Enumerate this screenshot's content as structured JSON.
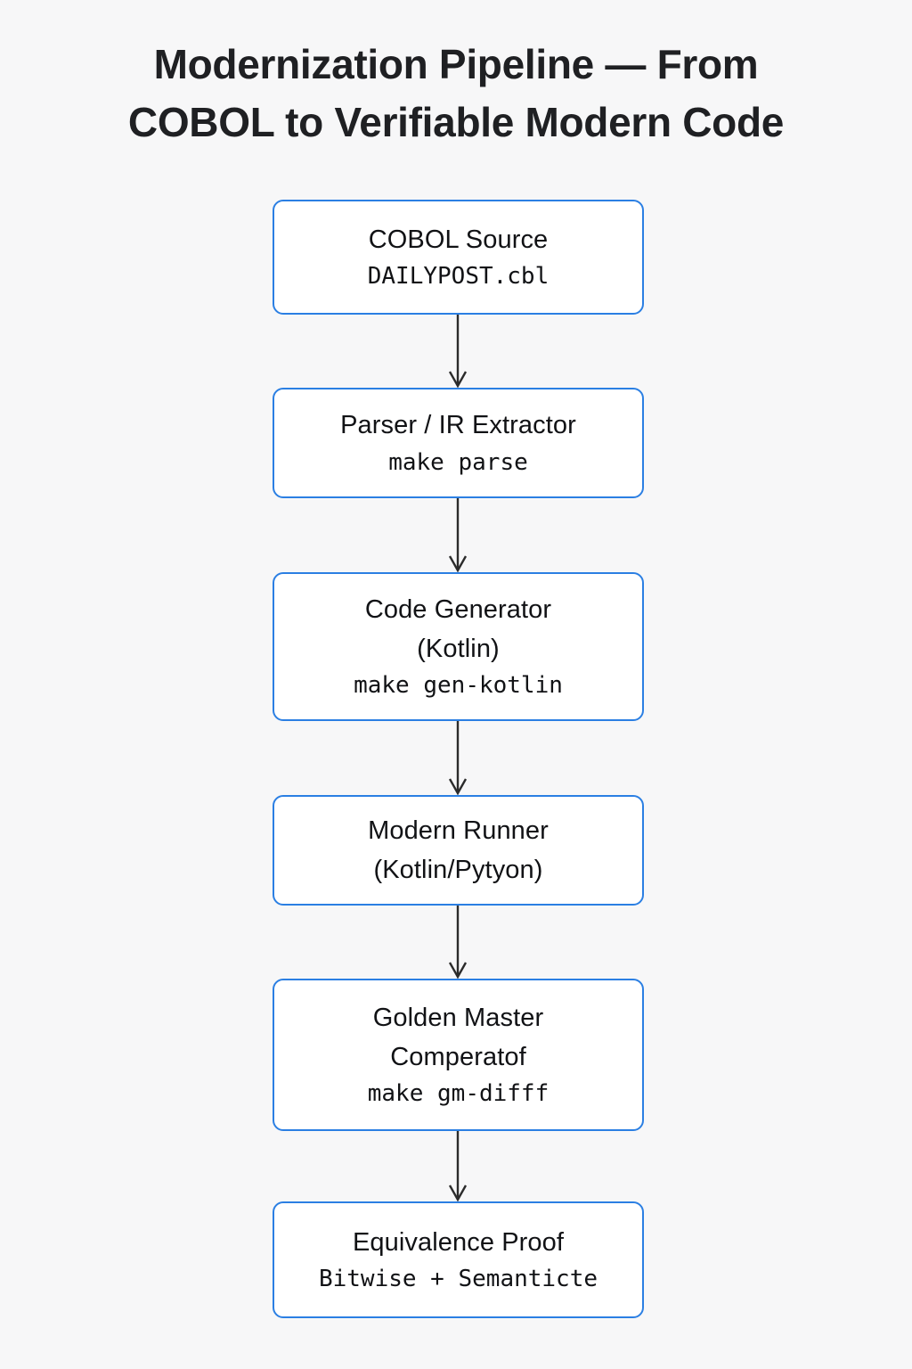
{
  "page": {
    "background_color": "#f7f7f8",
    "title": "Modernization Pipeline — From\nCOBOL to Verifiable Modern Code"
  },
  "theme": {
    "node_border_color": "#2b7fe3",
    "node_fill_color": "#ffffff",
    "text_color": "#111215",
    "title_color": "#1f2023",
    "connector_color": "#2b2b2b"
  },
  "diagram": {
    "type": "flowchart",
    "orientation": "top-to-bottom",
    "nodes": [
      {
        "id": "cobol-source",
        "lines": [
          {
            "text": "COBOL Source",
            "style": "sans"
          },
          {
            "text": "DAILYPOST.cbl",
            "style": "mono"
          }
        ]
      },
      {
        "id": "parser-ir-extractor",
        "lines": [
          {
            "text": "Parser / IR Extractor",
            "style": "sans"
          },
          {
            "text": "make parse",
            "style": "mono"
          }
        ]
      },
      {
        "id": "code-generator",
        "lines": [
          {
            "text": "Code Generator",
            "style": "sans"
          },
          {
            "text": "(Kotlin)",
            "style": "sans"
          },
          {
            "text": "make gen-kotlin",
            "style": "mono"
          }
        ]
      },
      {
        "id": "modern-runner",
        "lines": [
          {
            "text": "Modern Runner",
            "style": "sans"
          },
          {
            "text": "(Kotlin/Pytyon)",
            "style": "sans"
          }
        ]
      },
      {
        "id": "golden-master-comparator",
        "lines": [
          {
            "text": "Golden Master",
            "style": "sans"
          },
          {
            "text": "Comperatof",
            "style": "sans"
          },
          {
            "text": "make gm-difff",
            "style": "mono"
          }
        ]
      },
      {
        "id": "equivalence-proof",
        "lines": [
          {
            "text": "Equivalence Proof",
            "style": "sans"
          },
          {
            "text": "Bitwise + Semanticte",
            "style": "mono"
          }
        ]
      }
    ],
    "edges": [
      {
        "from": "cobol-source",
        "to": "parser-ir-extractor",
        "arrow": "down"
      },
      {
        "from": "parser-ir-extractor",
        "to": "code-generator",
        "arrow": "down"
      },
      {
        "from": "code-generator",
        "to": "modern-runner",
        "arrow": "down"
      },
      {
        "from": "modern-runner",
        "to": "golden-master-comparator",
        "arrow": "down"
      },
      {
        "from": "golden-master-comparator",
        "to": "equivalence-proof",
        "arrow": "down"
      }
    ]
  }
}
